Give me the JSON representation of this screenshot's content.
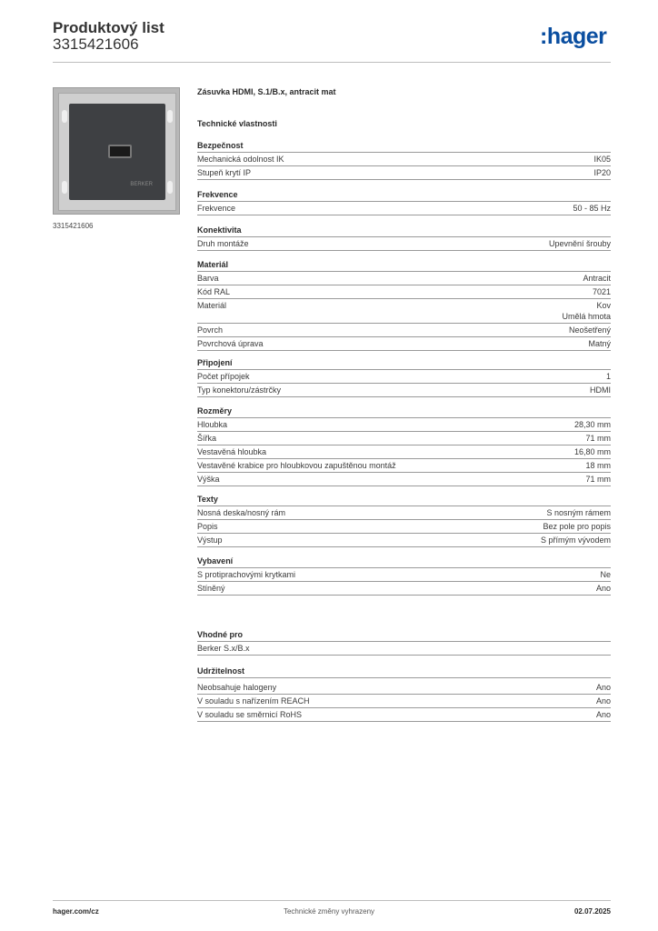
{
  "header": {
    "title": "Produktový list",
    "code": "3315421606",
    "logo_text": "hager",
    "logo_prefix": ":"
  },
  "image": {
    "caption": "3315421606",
    "brand_mark": "BERKER"
  },
  "product_name": "Zásuvka HDMI, S.1/B.x, antracit mat",
  "tech_title": "Technické vlastnosti",
  "sections": [
    {
      "title": "Bezpečnost",
      "rows": [
        {
          "k": "Mechanická odolnost IK",
          "v": "IK05"
        },
        {
          "k": "Stupeň krytí IP",
          "v": "IP20"
        }
      ]
    },
    {
      "title": "Frekvence",
      "rows": [
        {
          "k": "Frekvence",
          "v": "50 - 85 Hz"
        }
      ]
    },
    {
      "title": "Konektivita",
      "rows": [
        {
          "k": "Druh montáže",
          "v": "Upevnění šrouby"
        }
      ]
    },
    {
      "title": "Materiál",
      "rows": [
        {
          "k": "Barva",
          "v": "Antracit"
        },
        {
          "k": "Kód RAL",
          "v": "7021"
        },
        {
          "k": "Materiál",
          "v": "Kov",
          "v2": "Umělá hmota"
        },
        {
          "k": "Povrch",
          "v": "Neošetřený"
        },
        {
          "k": "Povrchová úprava",
          "v": "Matný"
        }
      ]
    },
    {
      "title": "Připojení",
      "rows": [
        {
          "k": "Počet přípojek",
          "v": "1"
        },
        {
          "k": "Typ konektoru/zástrčky",
          "v": "HDMI"
        }
      ]
    },
    {
      "title": "Rozměry",
      "rows": [
        {
          "k": "Hloubka",
          "v": "28,30 mm"
        },
        {
          "k": "Šířka",
          "v": "71 mm"
        },
        {
          "k": "Vestavěná hloubka",
          "v": "16,80 mm"
        },
        {
          "k": "Vestavěné krabice pro hloubkovou zapuštěnou montáž",
          "v": "18 mm"
        },
        {
          "k": "Výška",
          "v": "71 mm"
        }
      ]
    },
    {
      "title": "Texty",
      "rows": [
        {
          "k": "Nosná deska/nosný rám",
          "v": "S nosným rámem"
        },
        {
          "k": "Popis",
          "v": "Bez pole pro popis"
        },
        {
          "k": "Výstup",
          "v": "S přímým vývodem"
        }
      ]
    },
    {
      "title": "Vybavení",
      "rows": [
        {
          "k": "S protiprachovými krytkami",
          "v": "Ne"
        },
        {
          "k": "Stíněný",
          "v": "Ano"
        }
      ]
    },
    {
      "title": "Vhodné pro",
      "rows": [
        {
          "k": "Berker S.x/B.x",
          "v": ""
        }
      ]
    },
    {
      "title": "Udržitelnost",
      "rows": [
        {
          "k": "Neobsahuje halogeny",
          "v": "Ano"
        },
        {
          "k": "V souladu s nařízením REACH",
          "v": "Ano"
        },
        {
          "k": "V souladu se směrnicí RoHS",
          "v": "Ano"
        }
      ]
    }
  ],
  "footer": {
    "left": "hager.com/cz",
    "middle": "Technické změny vyhrazeny",
    "right": "02.07.2025"
  },
  "colors": {
    "brand": "#0a4ea0",
    "plate": "#3e4043"
  }
}
